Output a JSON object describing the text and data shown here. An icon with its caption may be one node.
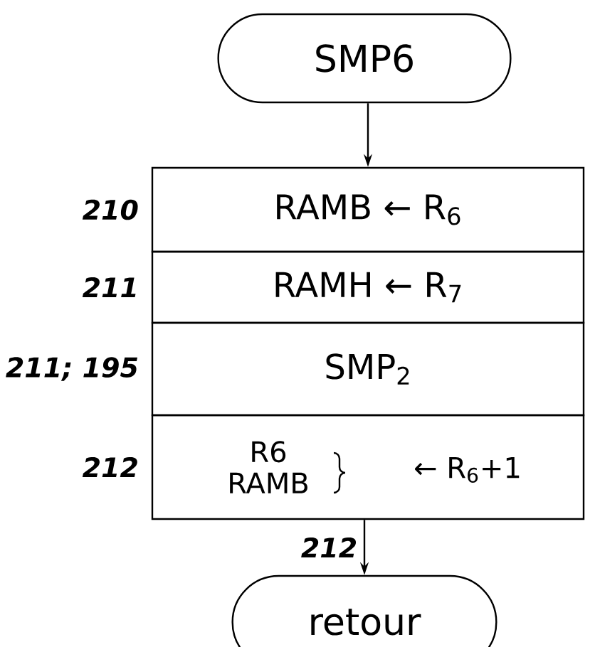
{
  "diagram": {
    "nodes": [
      {
        "text": [
          "SMP6"
        ]
      },
      {
        "text": [
          "RAMB ← R$_{6}$"
        ],
        "beside": [
          "210"
        ]
      },
      {
        "text": [
          "RAMH ← R$_{7}$"
        ],
        "beside": [
          "211"
        ]
      },
      {
        "text": [
          "SMP$_{2}$"
        ],
        "beside": [
          "211; 195"
        ]
      },
      {
        "text": [
          "R6 RAMB",
          "← R$_{6}$+1"
        ],
        "beside": [
          "212"
        ]
      },
      {
        "text": [
          "retour"
        ]
      }
    ],
    "edges": [
      {
        "from": 0,
        "to": 1,
        "arrow": "to"
      },
      {
        "from": 4,
        "to": 5,
        "arrow": "to",
        "label": "212"
      }
    ]
  }
}
